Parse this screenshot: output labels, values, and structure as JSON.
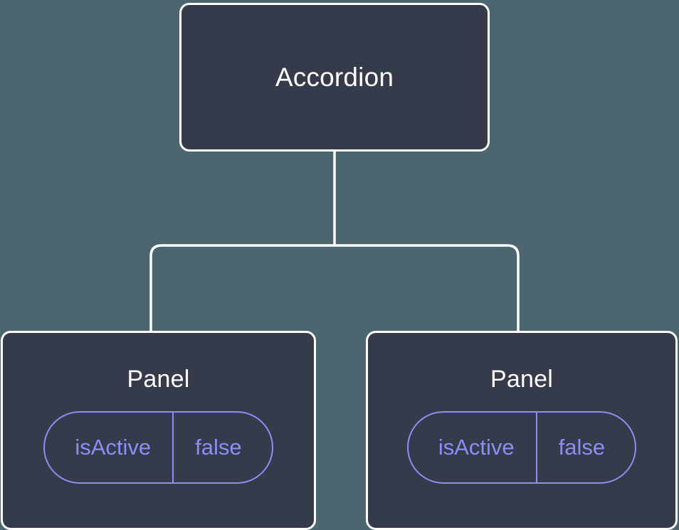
{
  "diagram": {
    "type": "component-tree",
    "background_color": "#4c6670",
    "node_fill_color": "#353b4a",
    "node_border_color": "#ffffff",
    "edge_color": "#ffffff",
    "accent_color": "#8b8ef5",
    "root": {
      "title": "Accordion"
    },
    "children": [
      {
        "title": "Panel",
        "props": [
          {
            "key": "isActive",
            "value": "false"
          }
        ]
      },
      {
        "title": "Panel",
        "props": [
          {
            "key": "isActive",
            "value": "false"
          }
        ]
      }
    ]
  }
}
